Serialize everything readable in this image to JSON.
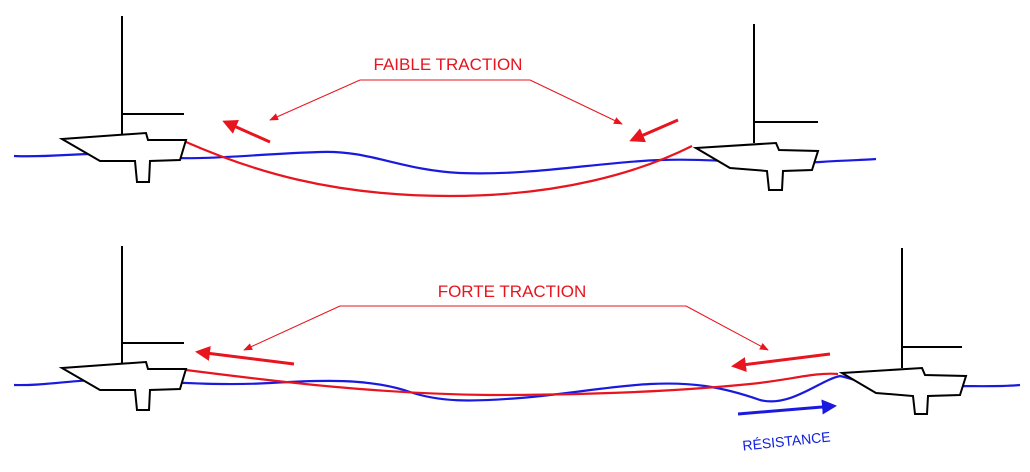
{
  "top": {
    "label": "FAIBLE TRACTION"
  },
  "bottom": {
    "label": "FORTE TRACTION",
    "resistance_label": "RÉSISTANCE"
  },
  "colors": {
    "rope": "#e8141e",
    "water": "#1a1adf",
    "boat_outline": "#000000"
  }
}
